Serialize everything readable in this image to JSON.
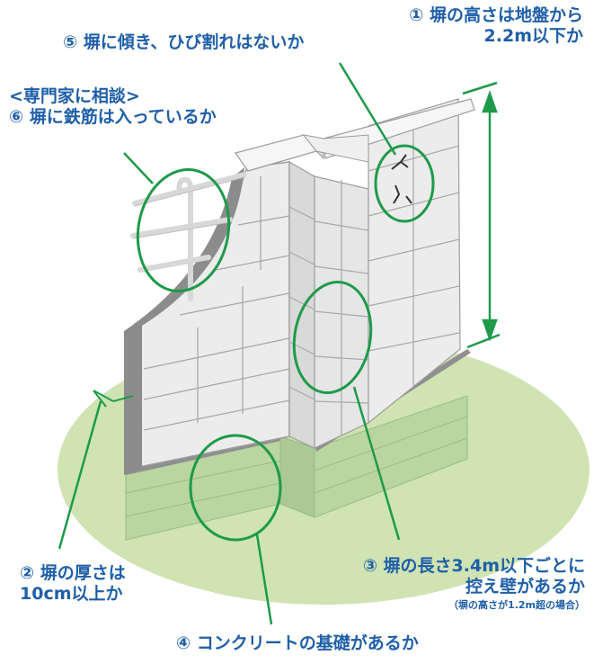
{
  "labels": {
    "height": {
      "line1": "① 塀の高さは地盤から",
      "line2": "2.2m以下か"
    },
    "tilt": "⑤ 塀に傾き、ひび割れはないか",
    "expert": {
      "line1": "<専門家に相談>",
      "line2": "⑥ 塀に鉄筋は入っているか"
    },
    "thickness": {
      "line1": "② 塀の厚さは",
      "line2": "10cm以上か"
    },
    "length": {
      "line1": "③ 塀の長さ3.4m以下ごとに",
      "line2": "控え壁があるか",
      "note": "（塀の高さが1.2m超の場合）"
    },
    "foundation": "④ コンクリートの基礎があるか"
  },
  "colors": {
    "label_text": "#1f5fa8",
    "callout_green": "#1e9a4a",
    "ground": "#cfe3b3",
    "block_face": "#ececec",
    "block_side": "#d6d6d6",
    "block_edge": "#9d9d9d",
    "wall_thickness": "#8c8c8c"
  }
}
